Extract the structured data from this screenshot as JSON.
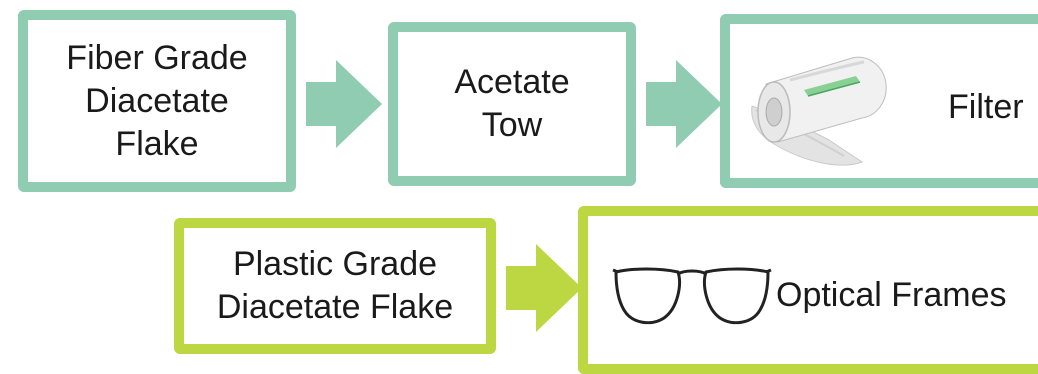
{
  "flow_top": {
    "box1": {
      "lines": [
        "Fiber Grade",
        "Diacetate",
        "Flake"
      ]
    },
    "box2": {
      "lines": [
        "Acetate",
        "Tow"
      ]
    },
    "box3": {
      "label": "Filter",
      "icon": "filter-roll-icon"
    }
  },
  "flow_bottom": {
    "box1": {
      "lines": [
        "Plastic Grade",
        "Diacetate Flake"
      ]
    },
    "box2": {
      "label": "Optical Frames",
      "icon": "eyeglasses-icon"
    }
  },
  "colors": {
    "top_row": "#8fccb2",
    "bottom_row": "#bdd743"
  }
}
